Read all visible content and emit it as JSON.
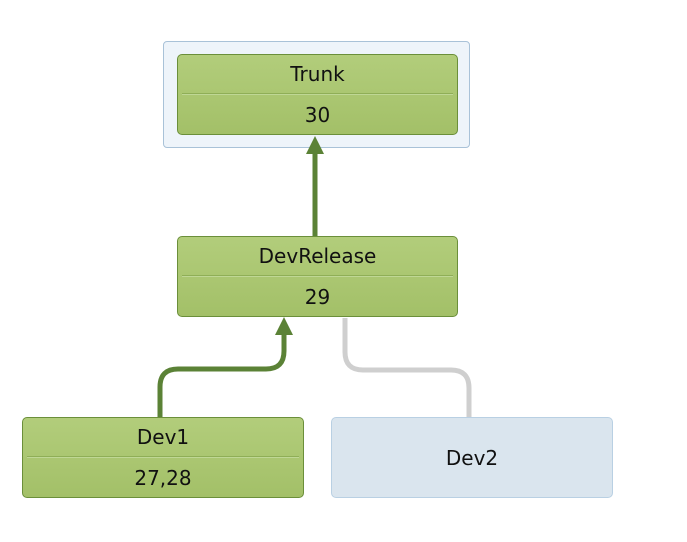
{
  "colors": {
    "active_node_fill": "#a8c46e",
    "active_node_border": "#6b8f3a",
    "active_connector": "#5b8236",
    "inactive_node_fill": "#dae5ee",
    "inactive_node_border": "#b9d0e3",
    "inactive_connector": "#cfcfcf",
    "selection_frame": "#eef4fa"
  },
  "nodes": {
    "trunk": {
      "name": "Trunk",
      "revisions": "30",
      "selected": true
    },
    "devrelease": {
      "name": "DevRelease",
      "revisions": "29"
    },
    "dev1": {
      "name": "Dev1",
      "revisions": "27,28"
    },
    "dev2": {
      "name": "Dev2",
      "revisions": ""
    }
  },
  "edges": [
    {
      "from": "devrelease",
      "to": "trunk",
      "style": "merge-arrow"
    },
    {
      "from": "dev1",
      "to": "devrelease",
      "style": "merge-arrow"
    },
    {
      "from": "dev2",
      "to": "devrelease",
      "style": "inactive-link"
    }
  ]
}
